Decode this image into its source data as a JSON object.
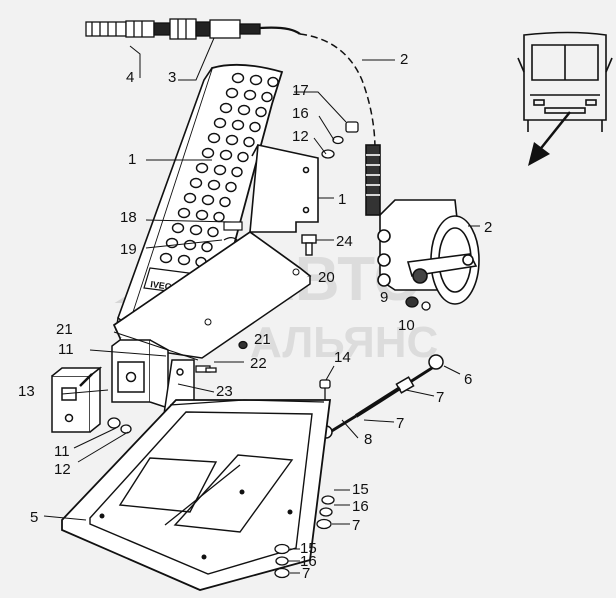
{
  "diagram": {
    "brand_plate_text": "IVECO/FIAT",
    "watermark_line1": "АВТО",
    "watermark_line2": "АЛЬЯНС",
    "callouts": {
      "c4_top": "4",
      "c3_top": "3",
      "c2_cable": "2",
      "c17": "17",
      "c16_top": "16",
      "c12_top": "12",
      "c1_pedal": "1",
      "c1_bracket": "1",
      "c2_unit": "2",
      "c18": "18",
      "c24": "24",
      "c19": "19",
      "c20": "20",
      "c9": "9",
      "c10": "10",
      "c21_left": "21",
      "c21_right": "21",
      "c11_upper": "11",
      "c22": "22",
      "c14": "14",
      "c6": "6",
      "c13": "13",
      "c23": "23",
      "c7_upper": "7",
      "c7_mid": "7",
      "c11_lower": "11",
      "c8": "8",
      "c12_lower": "12",
      "c15_right": "15",
      "c16_right": "16",
      "c5": "5",
      "c7_right": "7",
      "c15_bottom": "15",
      "c16_bottom": "16",
      "c7_bottom": "7"
    }
  }
}
